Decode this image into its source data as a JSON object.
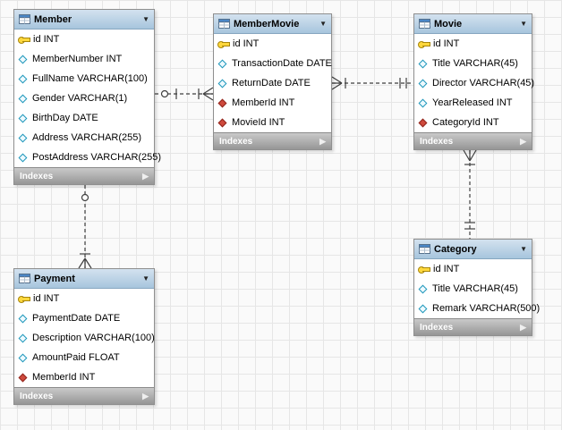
{
  "icons": {
    "collapse_arrow": "▼",
    "footer_arrow": "▶"
  },
  "colors": {
    "header_blue": "#a7c5dd",
    "footer_gray": "#969696",
    "key_yellow": "#ffd83d",
    "attribute_teal": "#1d96ba",
    "foreign_key_red": "#cf4a3d",
    "relationship_line": "#3f3f3f",
    "grid_line": "#e6e6e6"
  },
  "tables": [
    {
      "title": "Member",
      "footer": "Indexes",
      "fields": [
        {
          "icon": "key-icon",
          "text": "id INT"
        },
        {
          "icon": "column-icon",
          "text": "MemberNumber INT"
        },
        {
          "icon": "column-icon",
          "text": "FullName VARCHAR(100)"
        },
        {
          "icon": "column-icon",
          "text": "Gender VARCHAR(1)"
        },
        {
          "icon": "column-icon",
          "text": "BirthDay DATE"
        },
        {
          "icon": "column-icon",
          "text": "Address VARCHAR(255)"
        },
        {
          "icon": "column-icon",
          "text": "PostAddress VARCHAR(255)"
        }
      ]
    },
    {
      "title": "MemberMovie",
      "footer": "Indexes",
      "fields": [
        {
          "icon": "key-icon",
          "text": "id INT"
        },
        {
          "icon": "column-icon",
          "text": "TransactionDate DATE"
        },
        {
          "icon": "column-icon",
          "text": "ReturnDate DATE"
        },
        {
          "icon": "fk-column-icon",
          "text": "MemberId INT"
        },
        {
          "icon": "fk-column-icon",
          "text": "MovieId INT"
        }
      ]
    },
    {
      "title": "Movie",
      "footer": "Indexes",
      "fields": [
        {
          "icon": "key-icon",
          "text": "id INT"
        },
        {
          "icon": "column-icon",
          "text": "Title VARCHAR(45)"
        },
        {
          "icon": "column-icon",
          "text": "Director VARCHAR(45)"
        },
        {
          "icon": "column-icon",
          "text": "YearReleased INT"
        },
        {
          "icon": "fk-column-icon",
          "text": "CategoryId INT"
        }
      ]
    },
    {
      "title": "Category",
      "footer": "Indexes",
      "fields": [
        {
          "icon": "key-icon",
          "text": "id INT"
        },
        {
          "icon": "column-icon",
          "text": "Title VARCHAR(45)"
        },
        {
          "icon": "column-icon",
          "text": "Remark VARCHAR(500)"
        }
      ]
    },
    {
      "title": "Payment",
      "footer": "Indexes",
      "fields": [
        {
          "icon": "key-icon",
          "text": "id INT"
        },
        {
          "icon": "column-icon",
          "text": "PaymentDate DATE"
        },
        {
          "icon": "column-icon",
          "text": "Description VARCHAR(100)"
        },
        {
          "icon": "column-icon",
          "text": "AmountPaid FLOAT"
        },
        {
          "icon": "fk-column-icon",
          "text": "MemberId INT"
        }
      ]
    }
  ],
  "relationships": [
    {
      "name": "member-membermovie",
      "from": "Member",
      "to": "MemberMovie",
      "from_end": "zero-or-one",
      "to_end": "many",
      "line": "dashed"
    },
    {
      "name": "membermovie-movie",
      "from": "MemberMovie",
      "to": "Movie",
      "from_end": "many",
      "to_end": "one",
      "line": "dashed"
    },
    {
      "name": "movie-category",
      "from": "Movie",
      "to": "Category",
      "from_end": "many",
      "to_end": "one",
      "line": "dashed"
    },
    {
      "name": "member-payment",
      "from": "Member",
      "to": "Payment",
      "from_end": "zero-or-one",
      "to_end": "many",
      "line": "dashed"
    }
  ]
}
